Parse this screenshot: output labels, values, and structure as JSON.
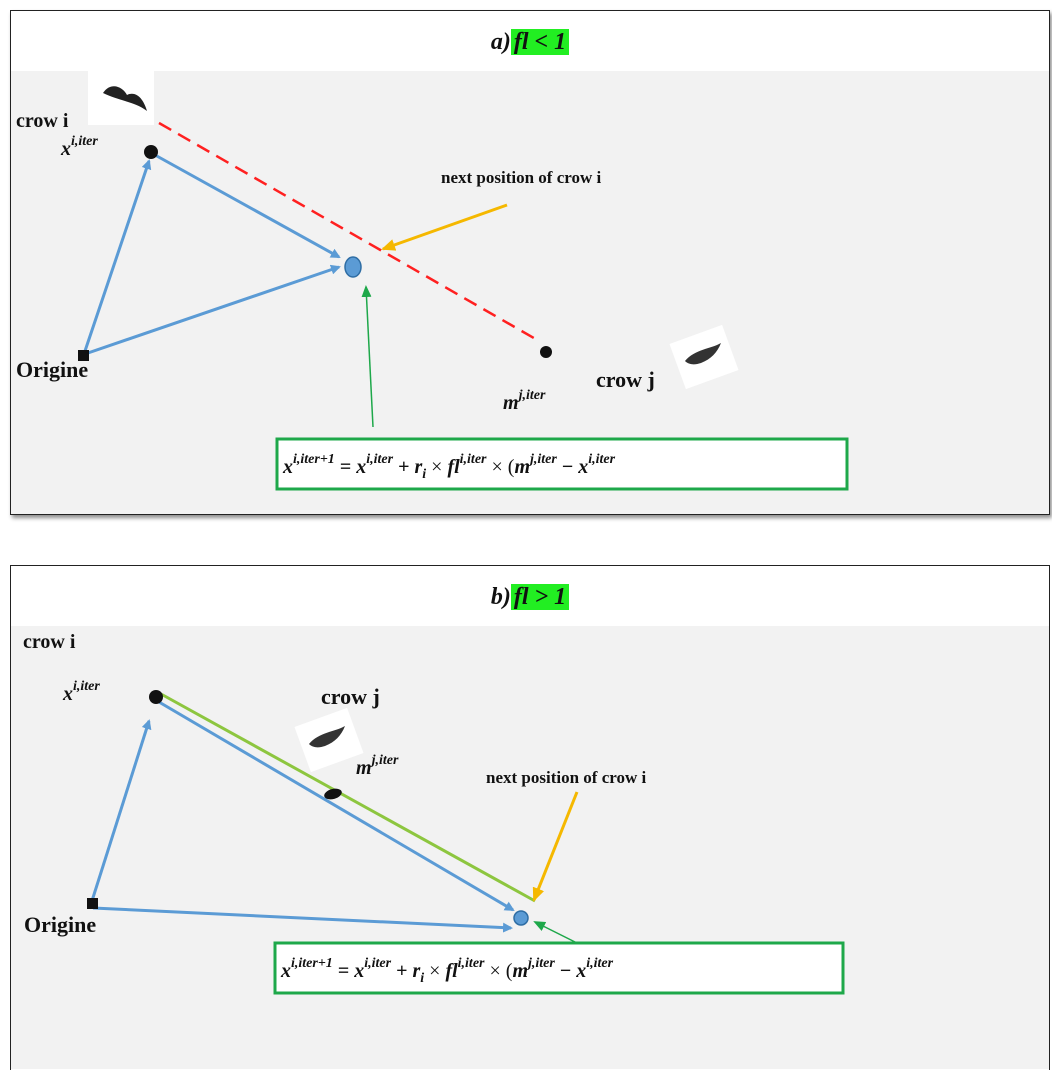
{
  "panel_a": {
    "title_prefix": "a)",
    "title_condition": "fl < 1",
    "crow_i_label": "crow i",
    "x_label": "x",
    "x_sup": "i,iter",
    "next_position_label": "next position of crow i",
    "origin_label": "Origine",
    "crow_j_label": "crow j",
    "m_label": "m",
    "m_sup": "j,iter",
    "formula": {
      "lhs": "x",
      "lhs_sup": "i,iter+1",
      "eq": " = ",
      "t1": "x",
      "t1_sup": "i,iter",
      "plus": " + ",
      "r": "r",
      "r_sub": "i",
      "times1": " × ",
      "fl": "fl",
      "fl_sup": "i,iter",
      "times2": " × (",
      "m": "m",
      "m_sup": "j,iter",
      "minus": " − ",
      "x2": "x",
      "x2_sup": "i,iter"
    }
  },
  "panel_b": {
    "title_prefix": "b)",
    "title_condition": "fl > 1",
    "crow_i_label": "crow i",
    "x_label": "x",
    "x_sup": "i,iter",
    "crow_j_label": "crow j",
    "m_label": "m",
    "m_sup": "j,iter",
    "next_position_label": "next position of crow i",
    "origin_label": "Origine",
    "formula": {
      "lhs": "x",
      "lhs_sup": "i,iter+1",
      "eq": " = ",
      "t1": "x",
      "t1_sup": "i,iter",
      "plus": " + ",
      "r": "r",
      "r_sub": "i",
      "times1": " × ",
      "fl": "fl",
      "fl_sup": "i,iter",
      "times2": " × (",
      "m": "m",
      "m_sup": "j,iter",
      "minus": " − ",
      "x2": "x",
      "x2_sup": "i,iter"
    }
  },
  "colors": {
    "vector_blue": "#5b9bd5",
    "dashed_red": "#ff2020",
    "arrow_orange": "#f5b800",
    "arrow_green": "#1ea84a",
    "line_green": "#8dc63f",
    "formula_border": "#1ea84a",
    "highlight": "#22ee22",
    "plot_bg": "#f2f2f2"
  },
  "icons": [
    "crow-silhouette-icon",
    "crow-silhouette-icon"
  ]
}
